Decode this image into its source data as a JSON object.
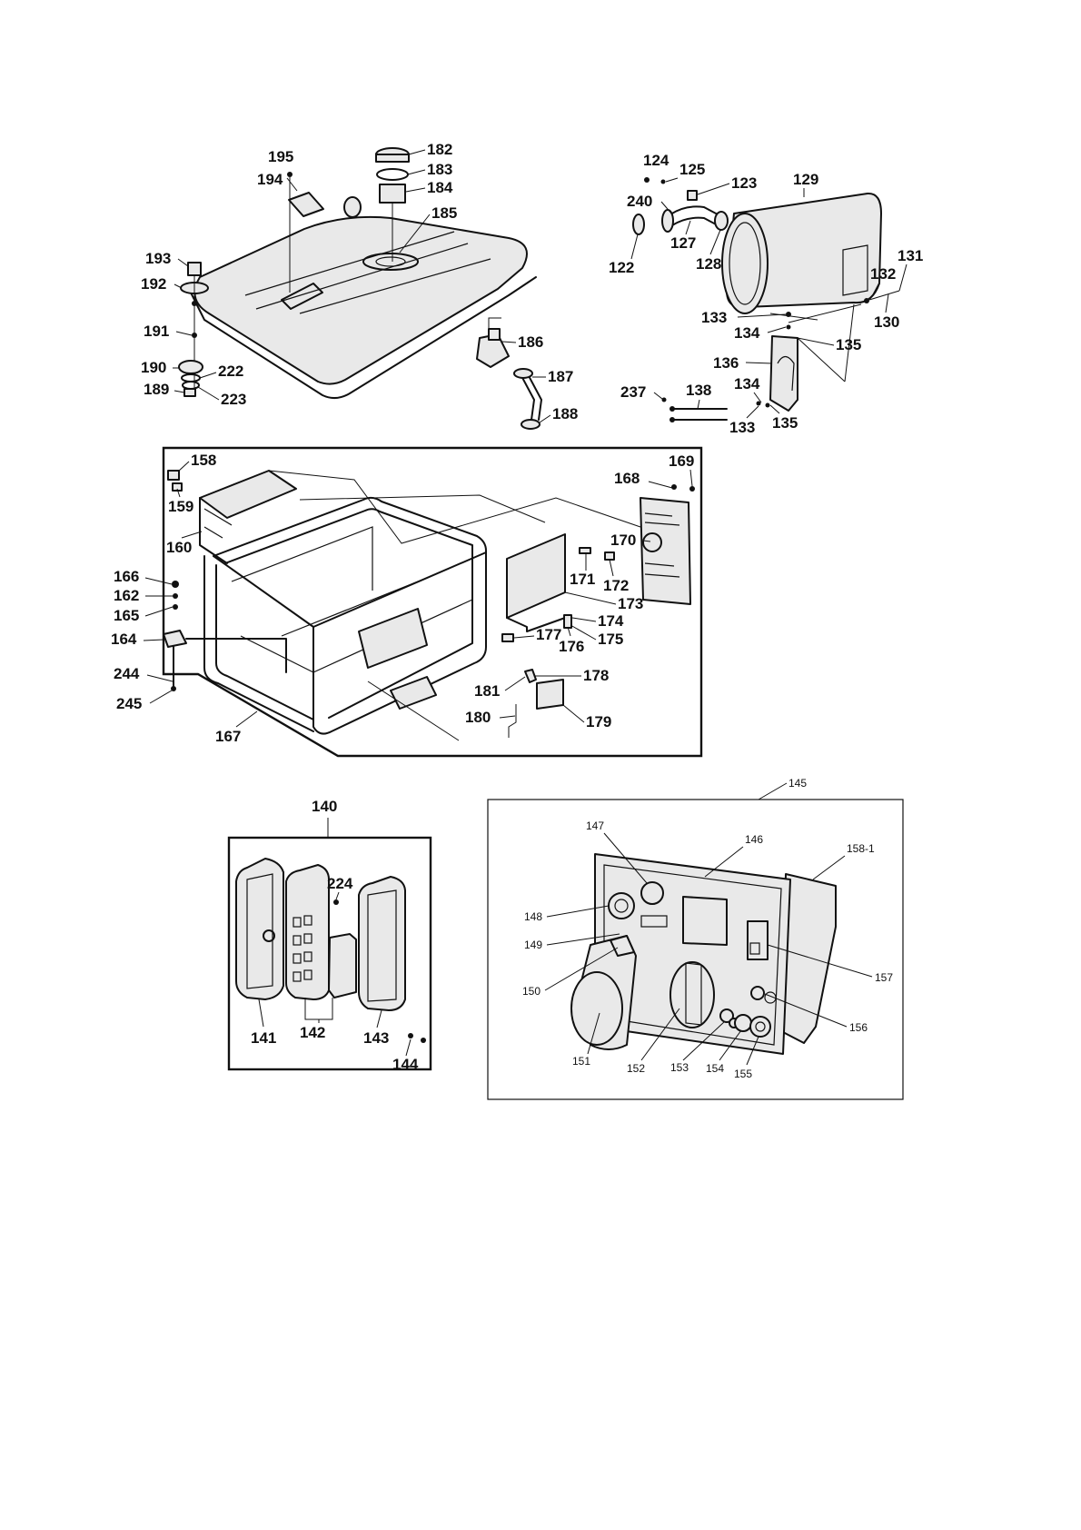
{
  "diagram": {
    "colors": {
      "ink": "#111111",
      "background": "#ffffff",
      "shade": "#e9e9e9"
    },
    "fuel_tank_labels": [
      "195",
      "194",
      "182",
      "183",
      "184",
      "185",
      "193",
      "192",
      "191",
      "190",
      "222",
      "189",
      "223",
      "186",
      "187",
      "188"
    ],
    "muffler_labels": [
      "124",
      "125",
      "123",
      "129",
      "240",
      "127",
      "122",
      "128",
      "131",
      "132",
      "130",
      "133",
      "134",
      "135",
      "136",
      "237",
      "138"
    ],
    "frame_labels": [
      "158",
      "159",
      "160",
      "169",
      "168",
      "170",
      "171",
      "172",
      "173",
      "174",
      "175",
      "176",
      "177",
      "178",
      "181",
      "180",
      "179",
      "166",
      "162",
      "165",
      "164",
      "244",
      "245",
      "167"
    ],
    "air_filter_labels": [
      "140",
      "224",
      "141",
      "142",
      "143",
      "144"
    ],
    "control_panel_labels": [
      "145",
      "147",
      "146",
      "158-1",
      "148",
      "149",
      "157",
      "150",
      "156",
      "151",
      "152",
      "153",
      "154",
      "155"
    ]
  }
}
